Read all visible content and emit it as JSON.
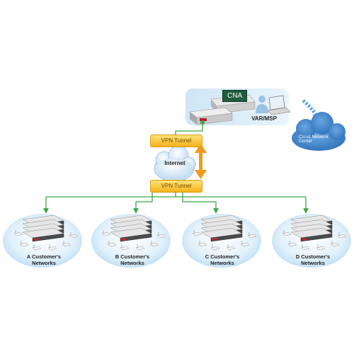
{
  "top": {
    "cna_label": "CNA",
    "var_label": "VAR/MSP",
    "cloud_label": "Cloud Network Center"
  },
  "middle": {
    "tunnel_top": "VPN Tunnel",
    "internet": "Internet",
    "tunnel_bottom": "VPN Tunnel"
  },
  "customers": [
    {
      "line1": "A Customer's",
      "line2": "Networks"
    },
    {
      "line1": "B Customer's",
      "line2": "Networks"
    },
    {
      "line1": "C Customer's",
      "line2": "Networks"
    },
    {
      "line1": "D Customer's",
      "line2": "Networks"
    }
  ],
  "colors": {
    "link_green": "#3aa845",
    "arrow_orange": "#f29a1a",
    "ellipse_blue": "#cfe6f7",
    "tunnel_yellow": "#f5c02a"
  }
}
